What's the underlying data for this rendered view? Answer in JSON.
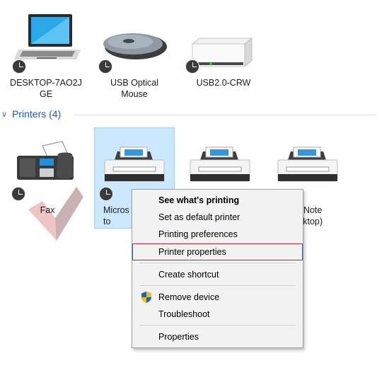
{
  "devices": [
    {
      "label": "DESKTOP-7AO2J\nGE"
    },
    {
      "label": "USB Optical\nMouse"
    },
    {
      "label": "USB2.0-CRW"
    }
  ],
  "section": {
    "chevron": "∨",
    "title": "Printers (4)"
  },
  "printers": [
    {
      "label": "Fax"
    },
    {
      "label": "Micros\nto"
    },
    {
      "label": ""
    },
    {
      "label": "eNote\nsktop)"
    }
  ],
  "context_menu": {
    "items": [
      {
        "label": "See what's printing",
        "bold": true
      },
      {
        "label": "Set as default printer"
      },
      {
        "label": "Printing preferences"
      },
      {
        "label": "Printer properties",
        "highlighted": true
      },
      {
        "label": "Create shortcut"
      },
      {
        "label": "Remove device",
        "icon": "shield-icon"
      },
      {
        "label": "Troubleshoot"
      },
      {
        "label": "Properties"
      }
    ]
  },
  "colors": {
    "accent": "#1e5bb8",
    "selection": "#cce8ff",
    "highlight_border": "#d02020"
  }
}
